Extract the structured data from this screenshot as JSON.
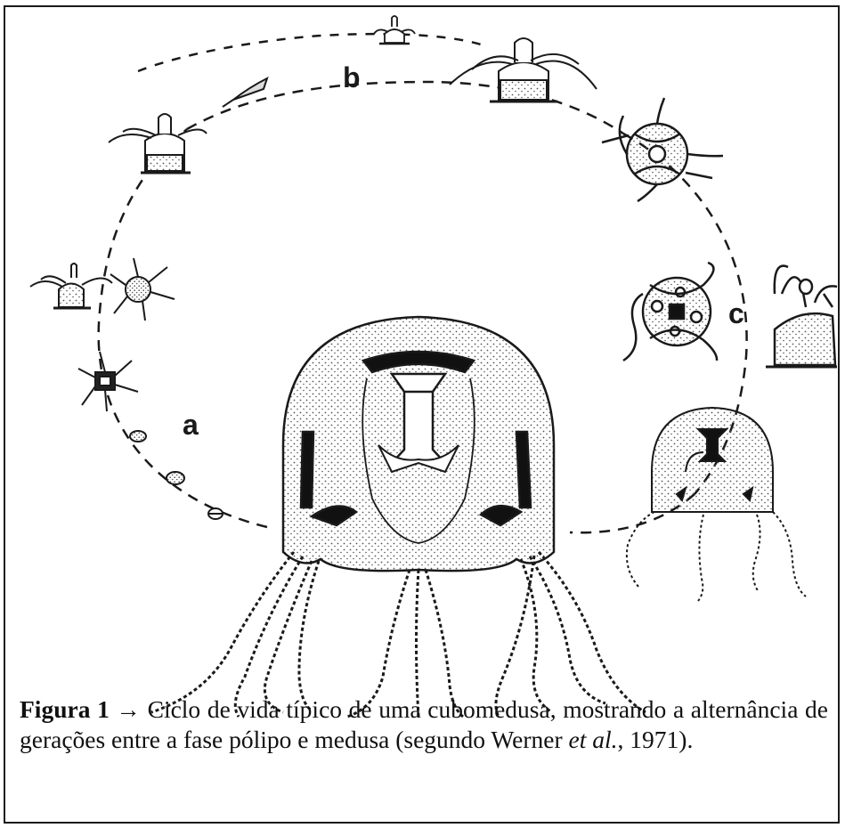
{
  "diagram": {
    "stage_labels": {
      "a": "a",
      "b": "b",
      "c": "c"
    }
  },
  "caption": {
    "figure_label": "Figura 1",
    "arrow": "→",
    "text_main": " Ciclo de vida típico de uma cubomedusa, mostrando a alternância de gerações entre a fase pólipo e medusa (segundo Werner ",
    "et_al": "et al.",
    "text_end": ", 1971)."
  },
  "colors": {
    "ink": "#1a1a1a",
    "stipple": "#555555",
    "background": "#ffffff"
  }
}
